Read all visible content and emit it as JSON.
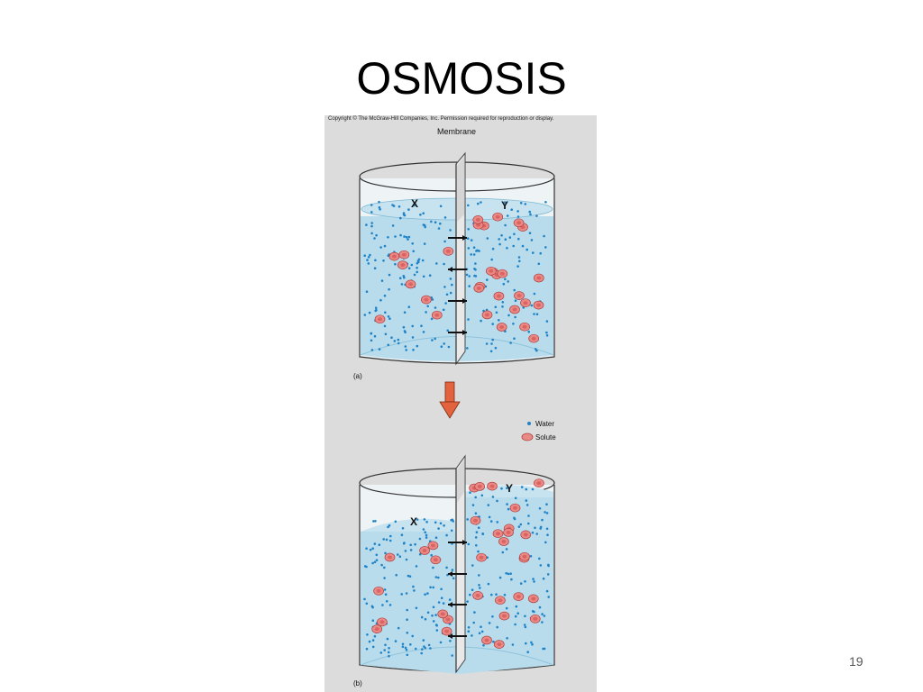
{
  "slide": {
    "title": "OSMOSIS",
    "page_number": "19"
  },
  "figure": {
    "copyright": "Copyright © The McGraw-Hill Companies, Inc. Permission required for reproduction or display.",
    "membrane_label": "Membrane",
    "part_a_label": "(a)",
    "part_b_label": "(b)",
    "side_left_label": "X",
    "side_right_label": "Y",
    "legend": {
      "water": "Water",
      "solute": "Solute"
    },
    "colors": {
      "water_fill": "#b9dcec",
      "water_dot": "#1f83c8",
      "solute_fill": "#ea8a86",
      "solute_core": "#d04a4a",
      "arrow": "#e2633e",
      "panel": "#dcdcdc"
    }
  }
}
